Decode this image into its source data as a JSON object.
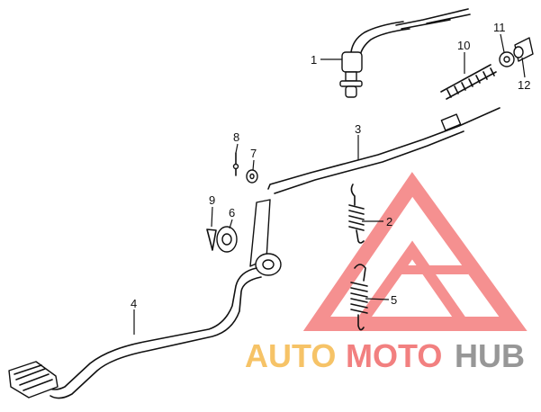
{
  "parts": {
    "1": "1",
    "2": "2",
    "3": "3",
    "4": "4",
    "5": "5",
    "6": "6",
    "7": "7",
    "8": "8",
    "9": "9",
    "10": "10",
    "11": "11",
    "12": "12"
  },
  "watermark": {
    "auto": "AUTO",
    "moto": "MOTO",
    "hub": "HUB",
    "colors": {
      "auto": "#f5b94c",
      "moto": "#f06a6a",
      "hub": "#8c8c8c",
      "triangle": "#f26b6b"
    }
  }
}
